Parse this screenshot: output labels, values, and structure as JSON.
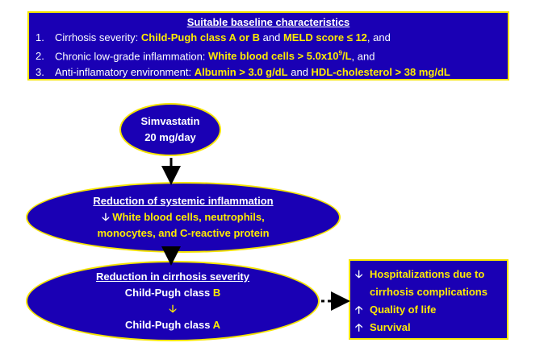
{
  "baseline": {
    "title": "Suitable baseline characteristics",
    "items": [
      {
        "num": "1.",
        "pre": "Cirrhosis severity: ",
        "h1": "Child-Pugh class A or B",
        "mid": " and ",
        "h2": "MELD score ≤ 12",
        "post": ", and"
      },
      {
        "num": "2.",
        "pre": "Chronic low-grade inflammation: ",
        "h1": "White blood cells > 5.0x10",
        "sup": "9",
        "h1b": "/L",
        "post": ", and"
      },
      {
        "num": "3.",
        "pre": "Anti-inflamatory environment: ",
        "h1": "Albumin > 3.0 g/dL",
        "mid": " and ",
        "h2": "HDL-cholesterol > 38 mg/dL"
      }
    ]
  },
  "drug": {
    "line1": "Simvastatin",
    "line2": "20 mg/day"
  },
  "inflammation": {
    "title": "Reduction of systemic inflammation",
    "arrow": "🡣",
    "line1": "White blood cells, neutrophils,",
    "line2": "monocytes, and C-reactive protein"
  },
  "severity": {
    "title": "Reduction in cirrhosis severity",
    "from_pre": "Child-Pugh class ",
    "from_class": "B",
    "arrow": "🡣",
    "to_pre": "Child-Pugh class ",
    "to_class": "A"
  },
  "outcomes": {
    "items": [
      {
        "arrow": "🡣",
        "text": "Hospitalizations due to"
      },
      {
        "arrow": "",
        "text": "cirrhosis complications"
      },
      {
        "arrow": "🡡",
        "text": "Quality of life"
      },
      {
        "arrow": "🡡",
        "text": "Survival"
      }
    ]
  },
  "colors": {
    "fill": "#1a00b4",
    "border": "#f5e400",
    "highlight": "#ffeb00"
  }
}
